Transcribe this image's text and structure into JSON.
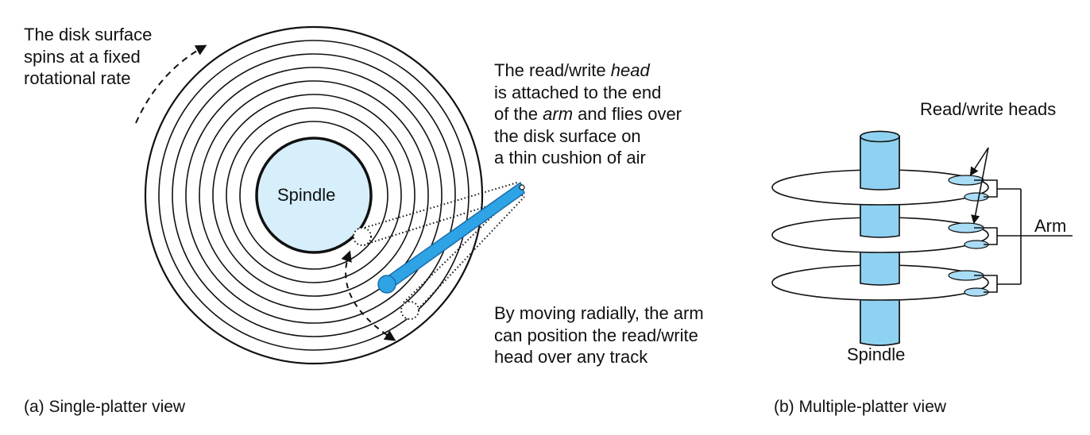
{
  "single_platter": {
    "spin_note": [
      "The disk surface",
      "spins at a fixed",
      "rotational rate"
    ],
    "spindle_label": "Spindle",
    "head_note": [
      {
        "parts": [
          {
            "t": "The read/write ",
            "i": false
          },
          {
            "t": "head",
            "i": true
          }
        ]
      },
      {
        "parts": [
          {
            "t": "is attached to the end",
            "i": false
          }
        ]
      },
      {
        "parts": [
          {
            "t": "of the ",
            "i": false
          },
          {
            "t": "arm",
            "i": true
          },
          {
            "t": " and flies over",
            "i": false
          }
        ]
      },
      {
        "parts": [
          {
            "t": "the disk surface on",
            "i": false
          }
        ]
      },
      {
        "parts": [
          {
            "t": "a thin cushion of air",
            "i": false
          }
        ]
      }
    ],
    "radial_note": [
      "By moving radially, the arm",
      "can position the read/write",
      "head over any track"
    ],
    "caption": "(a) Single-platter view"
  },
  "multiple_platter": {
    "heads_label": "Read/write heads",
    "arm_label": "Arm",
    "spindle_label": "Spindle",
    "caption": "(b) Multiple-platter view"
  },
  "colors": {
    "spindle_fill": "#d6effa",
    "arm_fill": "#2ea3e6",
    "arm_stroke": "#1a6ea8",
    "cylinder_fill": "#8fd1f0",
    "head_fill": "#a9dcf5",
    "ink": "#111111"
  }
}
